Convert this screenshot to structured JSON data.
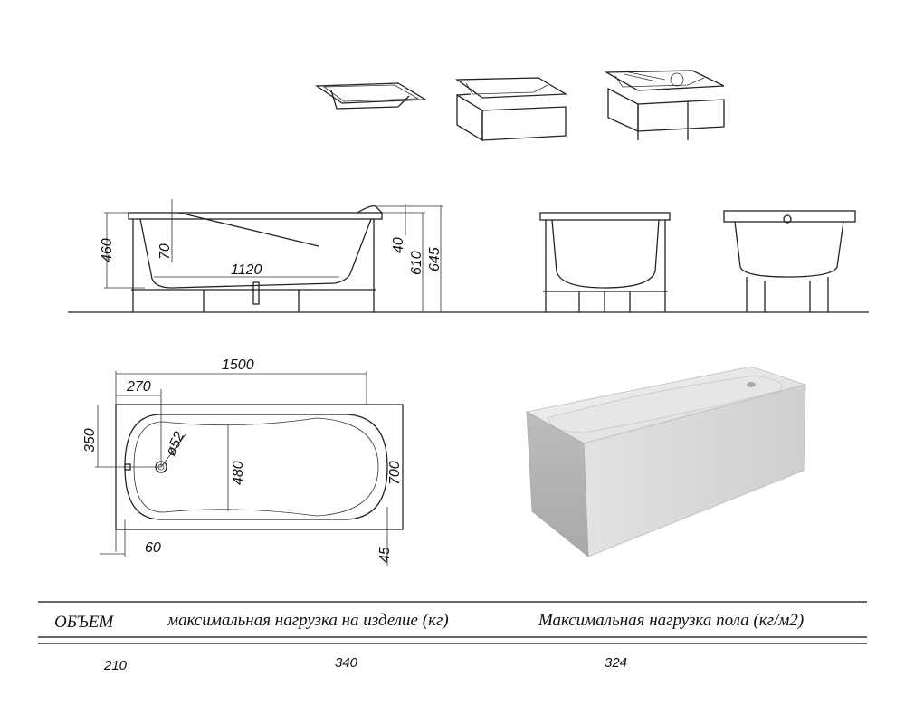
{
  "dimensions": {
    "side_height": "460",
    "head_drop": "70",
    "bottom_length": "1120",
    "rim_offset": "40",
    "height_to_rim": "610",
    "total_height": "645",
    "length": "1500",
    "drain_offset": "270",
    "drain_center": "350",
    "width": "700",
    "inner_width": "480",
    "drain_diameter": "ø52",
    "edge_offset": "60",
    "side_offset": "45"
  },
  "table": {
    "headers": [
      "ОБЪЕМ",
      "максимальная нагрузка на изделие (кг)",
      "Максимальная нагрузка пола (кг/м2)"
    ],
    "values": [
      "210",
      "340",
      "324"
    ]
  }
}
